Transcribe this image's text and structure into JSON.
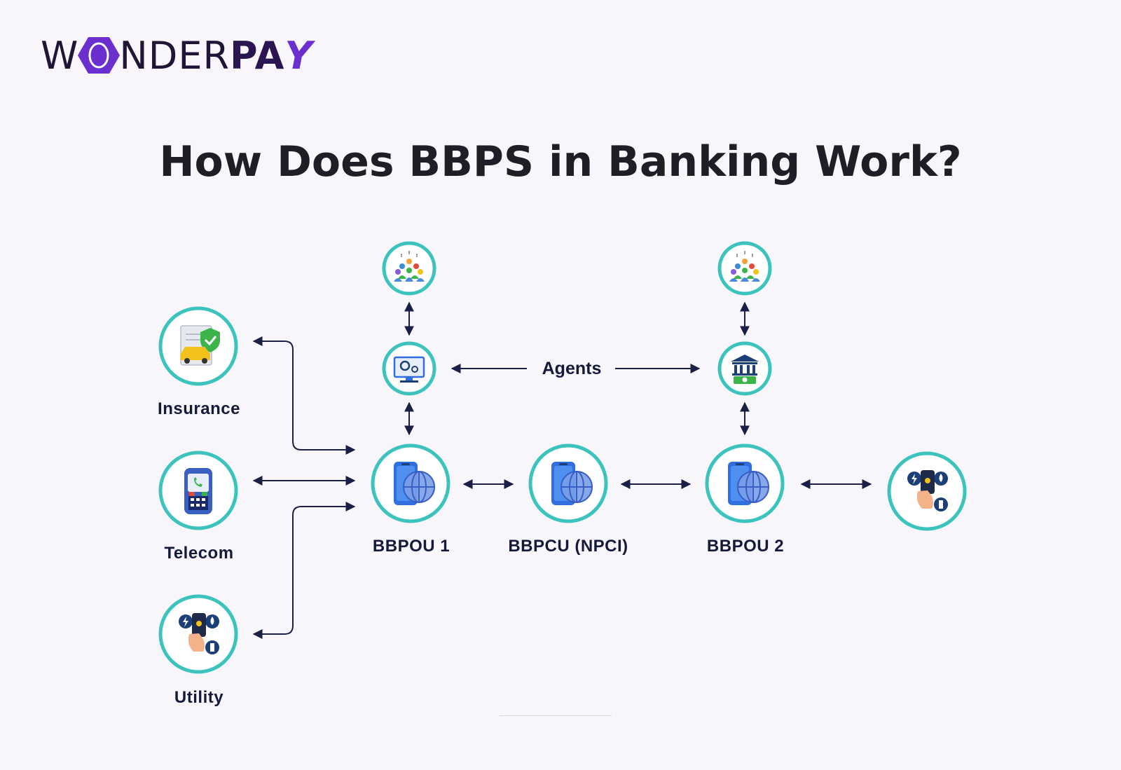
{
  "brand": {
    "part1": "W",
    "part2": "NDER",
    "part3": "PA",
    "part4": "Y"
  },
  "title": "How Does BBPS in Banking Work?",
  "labels": {
    "insurance": "Insurance",
    "telecom": "Telecom",
    "utility": "Utility",
    "bbpou1": "BBPOU 1",
    "bbpcu": "BBPCU (NPCI)",
    "bbpou2": "BBPOU 2",
    "agents": "Agents"
  },
  "colors": {
    "ring": "#3cc3bd",
    "arrow": "#1b1f45",
    "phone": "#2f6fe0",
    "globe": "#5a82d8",
    "brand": "#6b2fd0"
  }
}
